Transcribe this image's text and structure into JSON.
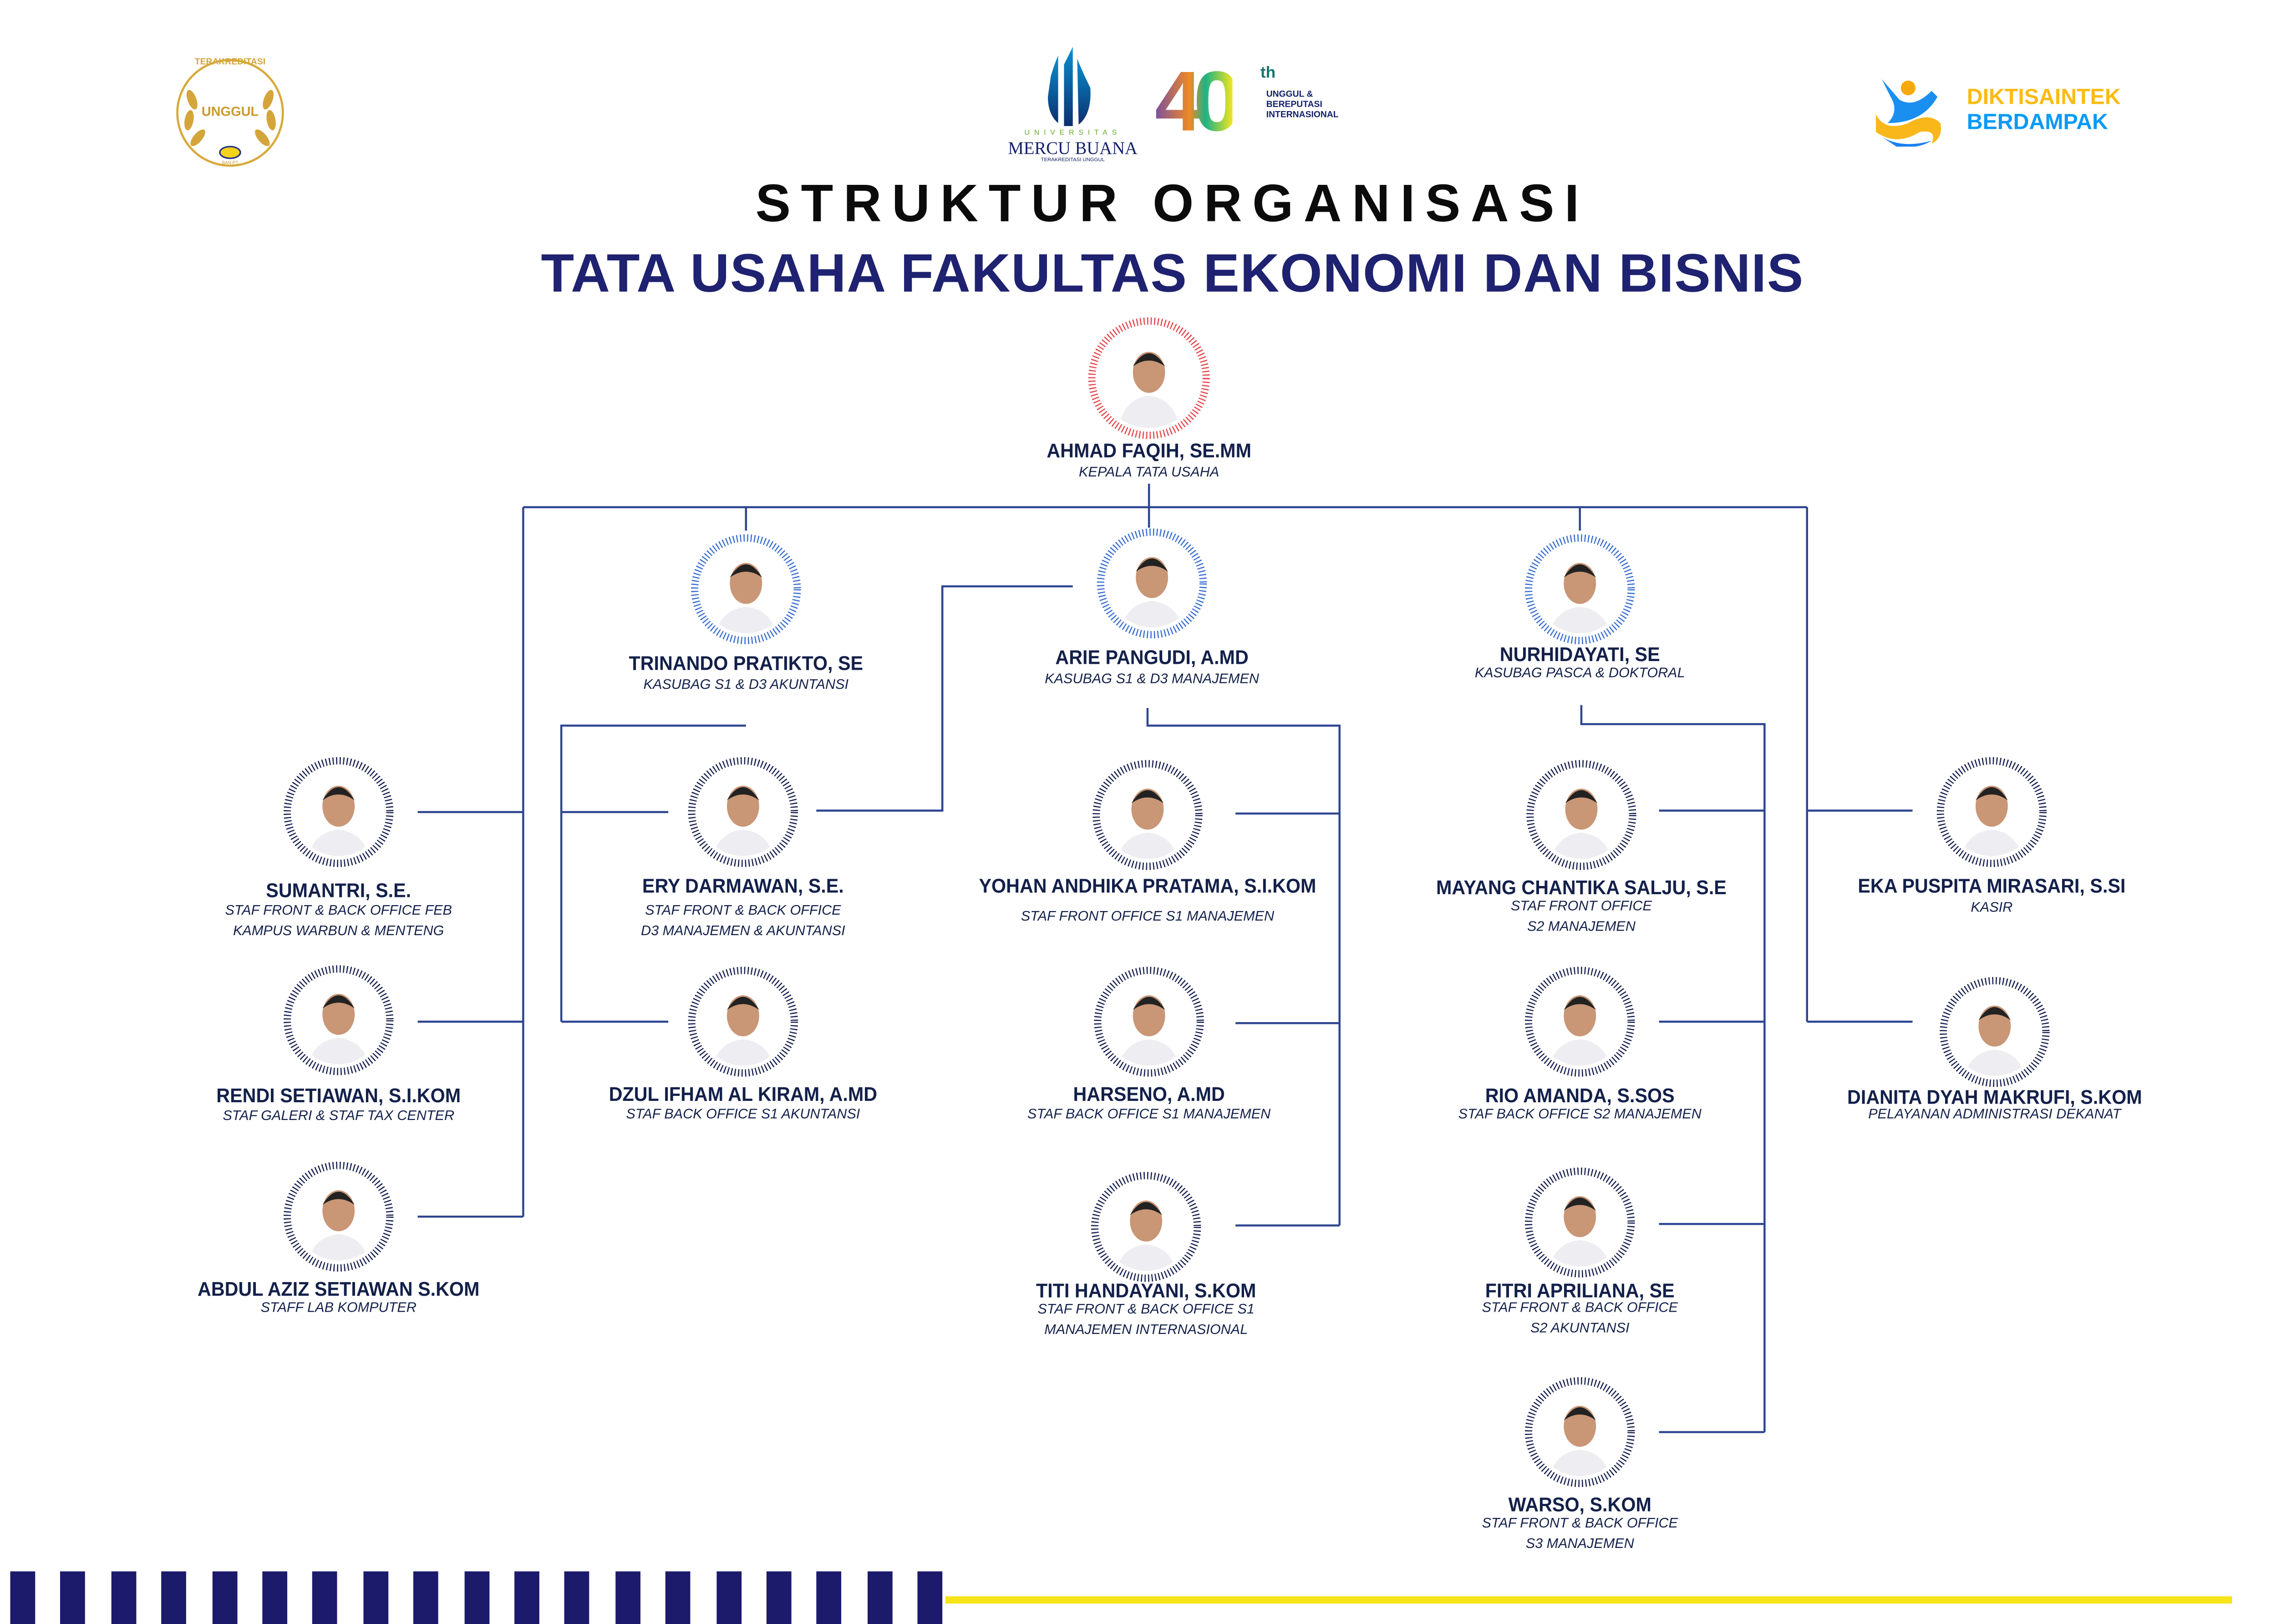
{
  "logos": {
    "accreditation": {
      "top": "TERAKREDITASI",
      "main": "UNGGUL",
      "agency": "BAN-PT"
    },
    "university": {
      "line1": "UNIVERSITAS",
      "line2": "MERCU BUANA",
      "line3": "TERAKREDITASI UNGGUL"
    },
    "anniversary": {
      "number": "40",
      "suffix": "th",
      "line1": "UNGGUL &",
      "line2": "BEREPUTASI",
      "line3": "INTERNASIONAL"
    },
    "diktisaintek": {
      "line1": "DIKTISAINTEK",
      "line2": "BERDAMPAK"
    }
  },
  "title": "STRUKTUR ORGANISASI",
  "subtitle": "TATA USAHA FAKULTAS EKONOMI DAN BISNIS",
  "colors": {
    "navy": "#1f2270",
    "line": "#2e4590",
    "head_ring": "#e5484d",
    "kasubag_ring": "#3c6fd1",
    "staff_ring": "#1b2350",
    "yellow": "#f7e41b"
  },
  "people": [
    {
      "id": "ahmad",
      "name": "AHMAD FAQIH, SE.MM",
      "role": [
        "KEPALA TATA USAHA"
      ]
    },
    {
      "id": "trinando",
      "name": "TRINANDO PRATIKTO, SE",
      "role": [
        "KASUBAG S1 & D3 AKUNTANSI"
      ]
    },
    {
      "id": "arie",
      "name": "ARIE PANGUDI, A.MD",
      "role": [
        "KASUBAG S1 & D3 MANAJEMEN"
      ]
    },
    {
      "id": "nurhidayati",
      "name": "NURHIDAYATI, SE",
      "role": [
        "KASUBAG PASCA & DOKTORAL"
      ]
    },
    {
      "id": "sumantri",
      "name": "SUMANTRI, S.E.",
      "role": [
        "STAF FRONT & BACK OFFICE FEB",
        "KAMPUS WARBUN & MENTENG"
      ]
    },
    {
      "id": "ery",
      "name": "ERY DARMAWAN, S.E.",
      "role": [
        "STAF FRONT & BACK OFFICE",
        "D3 MANAJEMEN & AKUNTANSI"
      ]
    },
    {
      "id": "yohan",
      "name": "YOHAN ANDHIKA PRATAMA, S.I.KOM",
      "role": [
        "STAF FRONT OFFICE S1 MANAJEMEN"
      ]
    },
    {
      "id": "mayang",
      "name": "MAYANG CHANTIKA SALJU, S.E",
      "role": [
        "STAF FRONT OFFICE",
        "S2 MANAJEMEN"
      ]
    },
    {
      "id": "eka",
      "name": "EKA PUSPITA MIRASARI, S.SI",
      "role": [
        "KASIR"
      ]
    },
    {
      "id": "rendi",
      "name": "RENDI SETIAWAN, S.I.KOM",
      "role": [
        "STAF GALERI & STAF TAX CENTER"
      ]
    },
    {
      "id": "dzul",
      "name": "DZUL IFHAM AL KIRAM, A.MD",
      "role": [
        "STAF BACK OFFICE S1 AKUNTANSI"
      ]
    },
    {
      "id": "harseno",
      "name": "HARSENO, A.MD",
      "role": [
        "STAF BACK OFFICE S1 MANAJEMEN"
      ]
    },
    {
      "id": "rio",
      "name": "RIO AMANDA, S.SOS",
      "role": [
        "STAF BACK OFFICE S2 MANAJEMEN"
      ]
    },
    {
      "id": "dianita",
      "name": "DIANITA DYAH MAKRUFI, S.KOM",
      "role": [
        "PELAYANAN ADMINISTRASI DEKANAT"
      ]
    },
    {
      "id": "abdul",
      "name": "ABDUL AZIZ SETIAWAN S.KOM",
      "role": [
        "STAFF LAB KOMPUTER"
      ]
    },
    {
      "id": "titi",
      "name": "TITI HANDAYANI, S.KOM",
      "role": [
        "STAF FRONT & BACK OFFICE S1",
        "MANAJEMEN INTERNASIONAL"
      ]
    },
    {
      "id": "fitri",
      "name": "FITRI APRILIANA, SE",
      "role": [
        "STAF FRONT & BACK OFFICE",
        "S2 AKUNTANSI"
      ]
    },
    {
      "id": "warso",
      "name": "WARSO, S.KOM",
      "role": [
        "STAF FRONT & BACK OFFICE",
        "S3 MANAJEMEN"
      ]
    }
  ]
}
